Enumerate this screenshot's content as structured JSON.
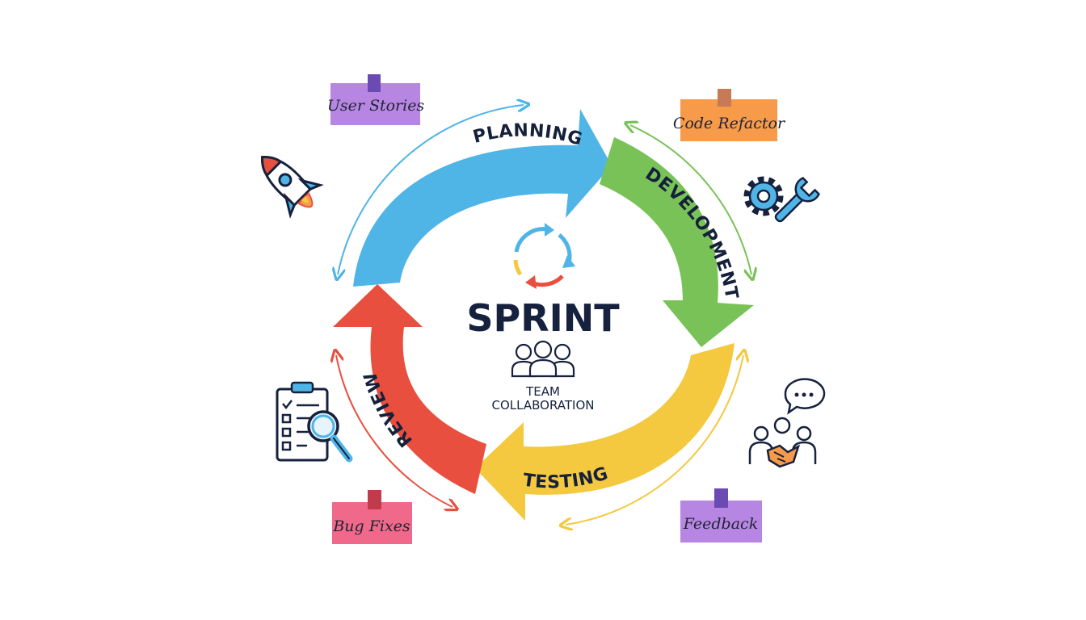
{
  "center": {
    "title": "SPRINT",
    "subtitle_line1": "TEAM",
    "subtitle_line2": "COLLABORATION"
  },
  "stages": [
    {
      "label": "PLANNING",
      "color": "#4fb4e6"
    },
    {
      "label": "DEVELOPMENT",
      "color": "#79c257"
    },
    {
      "label": "TESTING",
      "color": "#f4c83f"
    },
    {
      "label": "REVIEW",
      "color": "#e94f3f"
    }
  ],
  "notes": [
    {
      "text": "User Stories",
      "color": "#b786e3",
      "pin": "#6b4bb3"
    },
    {
      "text": "Code Refactor",
      "color": "#f79a4a",
      "pin": "#c77a55"
    },
    {
      "text": "Bug Fixes",
      "color": "#f0698a",
      "pin": "#c23b4a"
    },
    {
      "text": "Feedback",
      "color": "#b786e3",
      "pin": "#6b4bb3"
    }
  ],
  "icons": [
    {
      "name": "rocket-icon"
    },
    {
      "name": "gear-wrench-icon"
    },
    {
      "name": "checklist-magnifier-icon"
    },
    {
      "name": "team-handshake-icon"
    },
    {
      "name": "cycle-arrows-icon"
    },
    {
      "name": "team-people-icon"
    }
  ]
}
